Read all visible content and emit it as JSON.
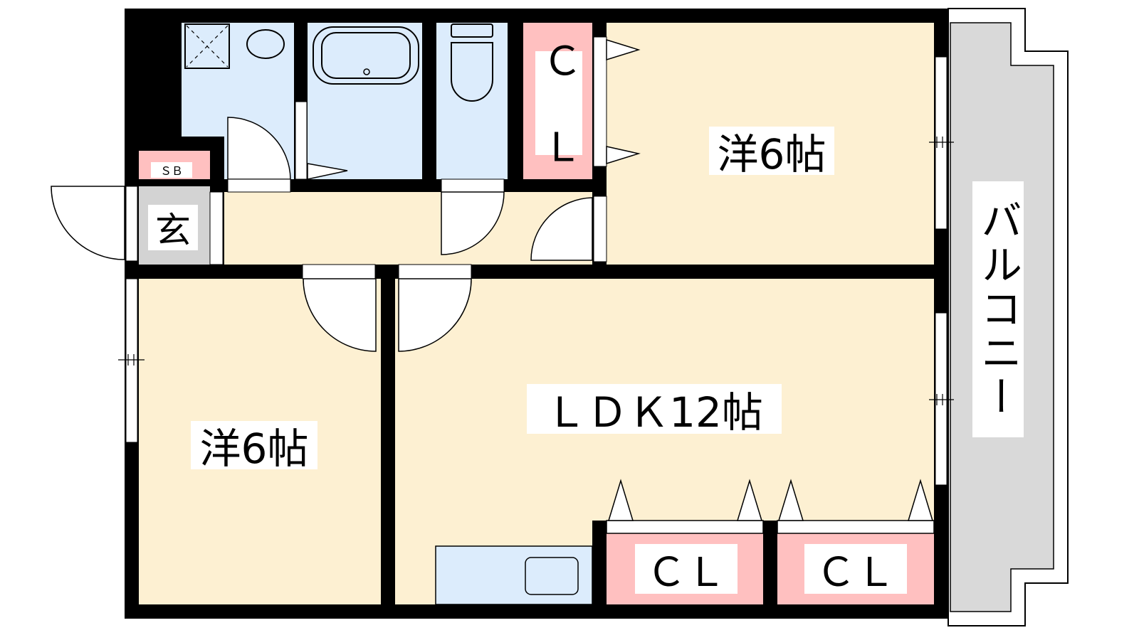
{
  "rooms": {
    "western_top": "洋6帖",
    "western_left": "洋6帖",
    "ldk": "ＬＤＫ12帖",
    "balcony": "バルコニー",
    "entrance": "玄",
    "shoe_box": "ＳＢ",
    "closet_top": "Ｃ Ｌ",
    "closet_bottom_left": "ＣＬ",
    "closet_bottom_right": "ＣＬ"
  },
  "colors": {
    "floor": "#fdf0d2",
    "wet": "#dcecfc",
    "closet": "#ffc0c0",
    "entrance": "#d3d3d3",
    "balcony": "#d9d9d9",
    "wall": "#000000"
  }
}
